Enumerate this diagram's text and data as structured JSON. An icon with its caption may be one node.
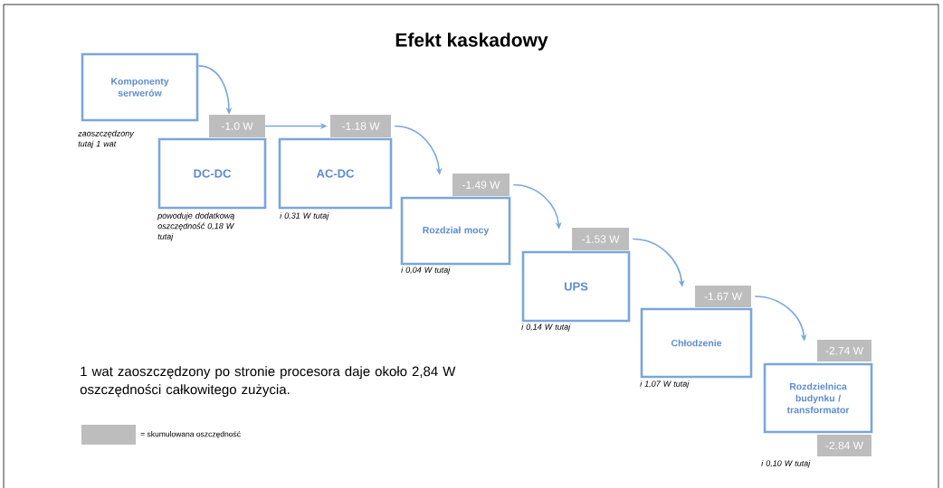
{
  "diagram": {
    "title": "Efekt kaskadowy",
    "nodes": [
      {
        "text": [
          "Komponenty serwerów"
        ],
        "beside": [
          "zaoszczędzony tutaj 1 wat"
        ]
      },
      {
        "text": [
          "-1.0 W"
        ]
      },
      {
        "text": [
          "DC-DC"
        ],
        "beside": [
          "powoduje dodatkową oszczędność 0,18 W tutaj"
        ]
      },
      {
        "text": [
          "-1.18 W"
        ]
      },
      {
        "text": [
          "AC-DC"
        ],
        "beside": [
          "i 0,31 W tutaj"
        ]
      },
      {
        "text": [
          "-1.49 W"
        ]
      },
      {
        "text": [
          "Rozdział mocy"
        ],
        "beside": [
          "i 0,04 W tutaj"
        ]
      },
      {
        "text": [
          "-1.53 W"
        ]
      },
      {
        "text": [
          "UPS"
        ],
        "beside": [
          "i 0,14 W tutaj"
        ]
      },
      {
        "text": [
          "-1.67 W"
        ]
      },
      {
        "text": [
          "Chłodzenie"
        ],
        "beside": [
          "i 1,07 W tutaj"
        ]
      },
      {
        "text": [
          "-2.74 W"
        ]
      },
      {
        "text": [
          "Rozdzielnica budynku / transformator"
        ]
      },
      {
        "text": [
          "-2.84 W"
        ],
        "beside": [
          "i 0,10 W tutaj"
        ]
      }
    ],
    "edges": [
      {
        "from": 0,
        "to": 1,
        "arrow": "to"
      },
      {
        "from": 1,
        "to": 3,
        "arrow": "to"
      },
      {
        "from": 3,
        "to": 5,
        "arrow": "to"
      },
      {
        "from": 5,
        "to": 7,
        "arrow": "to"
      },
      {
        "from": 7,
        "to": 9,
        "arrow": "to"
      },
      {
        "from": 9,
        "to": 11,
        "arrow": "to"
      }
    ],
    "labels": [
      "1 wat zaoszczędzony po stronie procesora daje około 2,84 W oszczędności całkowitego zużycia."
    ],
    "legend": [
      {
        "text": "= skumulowana oszczędność",
        "color": "#bdbdbd"
      }
    ]
  }
}
